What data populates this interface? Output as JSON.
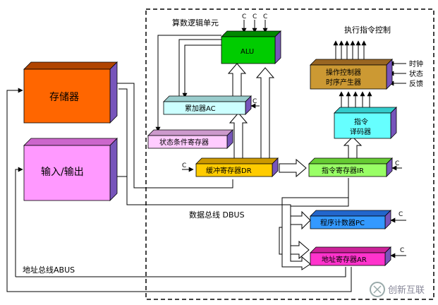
{
  "colors": {
    "storage": "#ff6600",
    "io": "#ff99ff",
    "alu": "#00cc00",
    "accumulator": "#ccffff",
    "status": "#ffccff",
    "buffer": "#ffcc00",
    "instruction_register": "#99ff66",
    "decoder": "#66ffff",
    "controller": "#cc9933",
    "program_counter": "#3399ff",
    "address_register": "#ff33cc",
    "box_side": "#7755bb"
  },
  "labels": {
    "alu_title": "算数逻辑单元",
    "exec_control": "执行指令控制",
    "clock": "时钟",
    "state": "状态",
    "feedback": "反馈",
    "data_bus": "数据总线 DBUS",
    "address_bus": "地址总线ABUS",
    "control_signal": "C"
  },
  "boxes": {
    "storage": "存储器",
    "io": "输入/输出",
    "alu": "ALU",
    "accumulator": "累加器AC",
    "status_register": "状态条件寄存器",
    "buffer_register": "缓冲寄存器DR",
    "instruction_register": "指令寄存器IR",
    "decoder_line1": "指令",
    "decoder_line2": "译码器",
    "controller_line1": "操作控制器",
    "controller_line2": "时序产生器",
    "program_counter": "程序计数器PC",
    "address_register": "地址寄存器AR"
  },
  "watermark": "创新互联"
}
